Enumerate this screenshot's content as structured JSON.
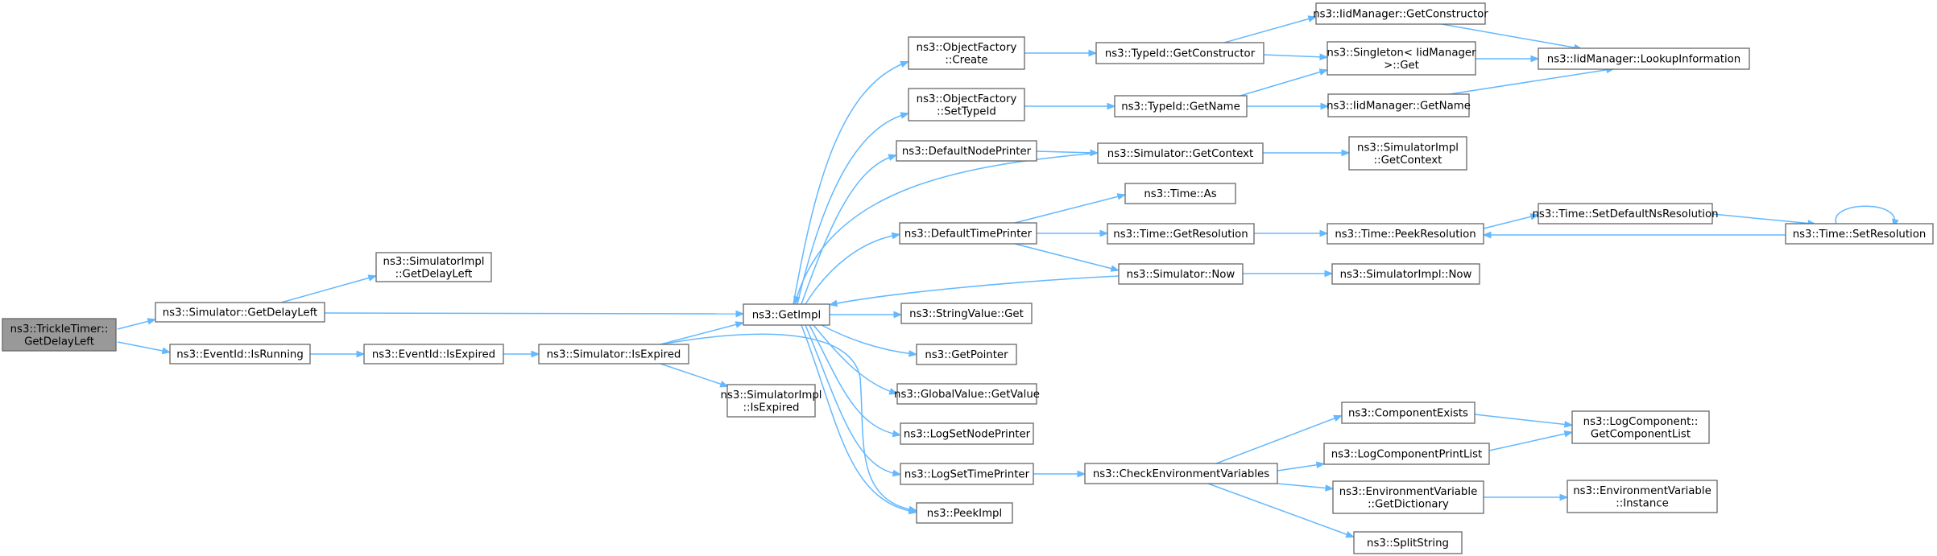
{
  "title": "",
  "colors": {
    "edge": "#63b8ff",
    "node_border": "#666666",
    "node_fill": "#ffffff",
    "root_fill": "#999999"
  },
  "nodes": {
    "trickle": {
      "lines": [
        "ns3::TrickleTimer::",
        "GetDelayLeft"
      ],
      "root": true
    },
    "sim_getdelayleft": {
      "lines": [
        "ns3::Simulator::GetDelayLeft"
      ]
    },
    "eventid_isrunning": {
      "lines": [
        "ns3::EventId::IsRunning"
      ]
    },
    "simimpl_getdelayleft": {
      "lines": [
        "ns3::SimulatorImpl",
        "::GetDelayLeft"
      ]
    },
    "eventid_isexpired": {
      "lines": [
        "ns3::EventId::IsExpired"
      ]
    },
    "sim_isexpired": {
      "lines": [
        "ns3::Simulator::IsExpired"
      ]
    },
    "simimpl_isexpired": {
      "lines": [
        "ns3::SimulatorImpl",
        "::IsExpired"
      ]
    },
    "getimpl": {
      "lines": [
        "ns3::GetImpl"
      ]
    },
    "of_create": {
      "lines": [
        "ns3::ObjectFactory",
        "::Create"
      ]
    },
    "of_settypeid": {
      "lines": [
        "ns3::ObjectFactory",
        "::SetTypeId"
      ]
    },
    "defnodeprinter": {
      "lines": [
        "ns3::DefaultNodePrinter"
      ]
    },
    "deftimeprinter": {
      "lines": [
        "ns3::DefaultTimePrinter"
      ]
    },
    "stringvalue_get": {
      "lines": [
        "ns3::StringValue::Get"
      ]
    },
    "getpointer": {
      "lines": [
        "ns3::GetPointer"
      ]
    },
    "globalvalue_getvalue": {
      "lines": [
        "ns3::GlobalValue::GetValue"
      ]
    },
    "logsetnodeprinter": {
      "lines": [
        "ns3::LogSetNodePrinter"
      ]
    },
    "logsettimeprinter": {
      "lines": [
        "ns3::LogSetTimePrinter"
      ]
    },
    "peekimpl": {
      "lines": [
        "ns3::PeekImpl"
      ]
    },
    "typeid_getconstructor": {
      "lines": [
        "ns3::TypeId::GetConstructor"
      ]
    },
    "typeid_getname": {
      "lines": [
        "ns3::TypeId::GetName"
      ]
    },
    "sim_getcontext": {
      "lines": [
        "ns3::Simulator::GetContext"
      ]
    },
    "time_as": {
      "lines": [
        "ns3::Time::As"
      ]
    },
    "time_getresolution": {
      "lines": [
        "ns3::Time::GetResolution"
      ]
    },
    "sim_now": {
      "lines": [
        "ns3::Simulator::Now"
      ]
    },
    "checkenv": {
      "lines": [
        "ns3::CheckEnvironmentVariables"
      ]
    },
    "iid_getconstructor": {
      "lines": [
        "ns3::IidManager::GetConstructor"
      ]
    },
    "singleton_get": {
      "lines": [
        "ns3::Singleton< IidManager",
        ">::Get"
      ]
    },
    "iid_getname": {
      "lines": [
        "ns3::IidManager::GetName"
      ]
    },
    "simimpl_getcontext": {
      "lines": [
        "ns3::SimulatorImpl",
        "::GetContext"
      ]
    },
    "time_peekresolution": {
      "lines": [
        "ns3::Time::PeekResolution"
      ]
    },
    "simimpl_now": {
      "lines": [
        "ns3::SimulatorImpl::Now"
      ]
    },
    "componentexists": {
      "lines": [
        "ns3::ComponentExists"
      ]
    },
    "logcomponentprintlist": {
      "lines": [
        "ns3::LogComponentPrintList"
      ]
    },
    "envvar_getdictionary": {
      "lines": [
        "ns3::EnvironmentVariable",
        "::GetDictionary"
      ]
    },
    "splitstring": {
      "lines": [
        "ns3::SplitString"
      ]
    },
    "iid_lookupinformation": {
      "lines": [
        "ns3::IidManager::LookupInformation"
      ]
    },
    "time_setdefaultnsresolution": {
      "lines": [
        "ns3::Time::SetDefaultNsResolution"
      ]
    },
    "time_setresolution": {
      "lines": [
        "ns3::Time::SetResolution"
      ]
    },
    "logcomponent_getcomponentlist": {
      "lines": [
        "ns3::LogComponent::",
        "GetComponentList"
      ]
    },
    "envvar_instance": {
      "lines": [
        "ns3::EnvironmentVariable",
        "::Instance"
      ]
    }
  }
}
